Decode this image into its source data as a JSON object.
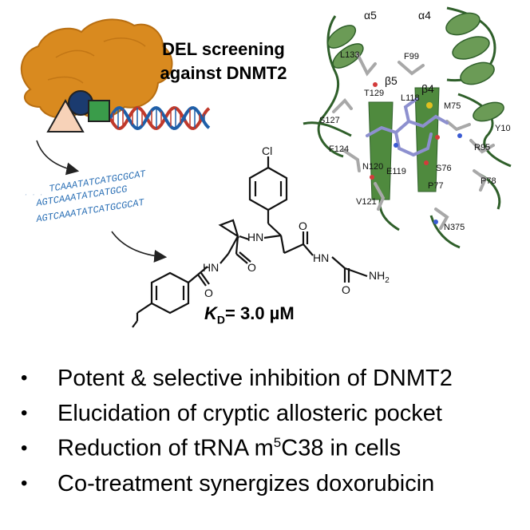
{
  "title": {
    "line1": "DEL screening",
    "line2": "against DNMT2"
  },
  "kd": {
    "symbol": "K",
    "subscript": "D",
    "value": "= 3.0 µM"
  },
  "molecule_labels": {
    "chlorine": "Cl",
    "nh_top": "HN",
    "nh_left": "HN",
    "nh_right": "HN",
    "nh2": "NH",
    "nh2_sub": "2",
    "oxygen": "O"
  },
  "dna_barcodes": [
    "TCAAATATCATGCGCAT",
    "AGTCAAATATCATGCG",
    "AGTCAAATATCATGCGCAT"
  ],
  "protein_labels": {
    "helix_a5": "α5",
    "helix_a4": "α4",
    "strand_b5": "β5",
    "strand_b4": "β4",
    "residues": [
      "L133",
      "F99",
      "T129",
      "L118",
      "M75",
      "S127",
      "F124",
      "Y10",
      "R95",
      "N120",
      "E119",
      "S76",
      "P77",
      "P78",
      "V121",
      "N375"
    ]
  },
  "bullets": [
    {
      "pre": "Potent & selective inhibition of DNMT2"
    },
    {
      "pre": "Elucidation of cryptic allosteric pocket"
    },
    {
      "pre": "Reduction of tRNA m",
      "sup": "5",
      "post": "C38 in cells"
    },
    {
      "pre": "Co-treatment synergizes doxorubicin"
    }
  ],
  "colors": {
    "protein": "#2f5f2a",
    "blob": "#d98a1f",
    "dna_red": "#c0392b",
    "dna_blue": "#1f5fa8",
    "ligand": "#8d90cf",
    "green_shape": "#3a9c4a",
    "navy_shape": "#1b3b6f",
    "peach": "#f7d2b8"
  }
}
